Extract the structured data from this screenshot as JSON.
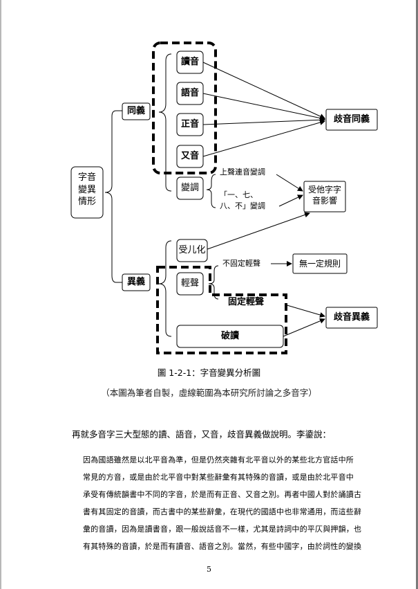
{
  "diagram": {
    "root": "字音\n變異\n情形",
    "same_meaning": "同義",
    "diff_meaning": "異義",
    "reading_sound": "讀音",
    "speech_sound": "語音",
    "correct_sound": "正音",
    "alt_sound": "又音",
    "tone_change": "變調",
    "tone_change_note1": "上聲連音變調",
    "tone_change_note2": "「一、七、\n八、不」變調",
    "other_influence": "受他字字\n音影響",
    "er_suffix": "受儿化",
    "neutral_tone": "輕聲",
    "not_fixed_neutral": "不固定輕聲",
    "no_fixed_rule": "無一定規則",
    "fixed_neutral": "固定輕聲",
    "po_du": "破讀",
    "variant_same_meaning": "歧音同義",
    "variant_diff_meaning": "歧音異義"
  },
  "caption": "圖 1-2-1：字音變異分析圖",
  "note": "（本圖為筆者自製，虛線範圍為本研究所討論之多音字）",
  "intro": "再就多音字三大型態的讀、語音，又音，歧音異義做說明。李鍌說：",
  "quote_lines": [
    "因為國語雖然是以北平音為準，但是仍然夾雜有北平音以外的某些北方官話中所",
    "常見的方音，或是由於北平音中對某些辭彙有其特殊的音讀，或是由於北平音中",
    "承受有傳統韻書中不同的字音，於是而有正音、又音之別。再者中國人對於誦讀古",
    "書有其固定的音讀，而古書中的某些辭彙，在現代的國語中也非常通用，而這些辭",
    "彙的音讀，因為是讀書音，跟一般說話音不一樣，尤其是詩詞中的平仄與押韻，也",
    "有其特殊的音讀，於是而有讀音、語音之別。當然，有些中國字，由於詞性的變換"
  ],
  "page_number": "5"
}
